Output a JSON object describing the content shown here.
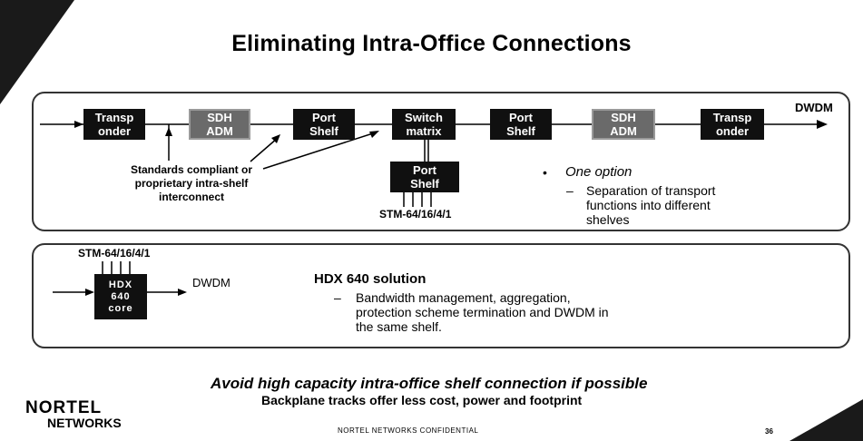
{
  "title": "Eliminating Intra-Office Connections",
  "top_chain": {
    "boxes": [
      {
        "line1": "Transp",
        "line2": "onder",
        "style": "dark"
      },
      {
        "line1": "SDH",
        "line2": "ADM",
        "style": "gray"
      },
      {
        "line1": "Port",
        "line2": "Shelf",
        "style": "dark"
      },
      {
        "line1": "Switch",
        "line2": "matrix",
        "style": "dark"
      },
      {
        "line1": "Port",
        "line2": "Shelf",
        "style": "dark"
      },
      {
        "line1": "SDH",
        "line2": "ADM",
        "style": "gray"
      },
      {
        "line1": "Transp",
        "line2": "onder",
        "style": "dark"
      }
    ],
    "dwdm_label": "DWDM",
    "annotation_line1": "Standards compliant or",
    "annotation_line2": "proprietary intra-shelf",
    "annotation_line3": "interconnect",
    "lower_port_line1": "Port",
    "lower_port_line2": "Shelf",
    "rate_label": "STM-64/16/4/1",
    "bullet_title": "One option",
    "sub_line1": "Separation of transport",
    "sub_line2": "functions into different",
    "sub_line3": "shelves"
  },
  "bottom_panel": {
    "rate_label": "STM-64/16/4/1",
    "hdx_line1": "HDX",
    "hdx_line2": "640",
    "hdx_line3": "core",
    "dwdm_label": "DWDM",
    "solution_title": "HDX 640 solution",
    "desc_line1": "Bandwidth management, aggregation,",
    "desc_line2": "protection scheme termination and DWDM in",
    "desc_line3": "the same shelf."
  },
  "footer": {
    "main": "Avoid high capacity intra-office shelf connection if possible",
    "sub": "Backplane tracks offer less cost, power and footprint",
    "logo_line1": "NORTEL",
    "logo_line2": "NETWORKS",
    "confidential": "NORTEL NETWORKS CONFIDENTIAL",
    "page_number": "36"
  },
  "colors": {
    "dark_box": "#101010",
    "gray_box": "#6a6a6a",
    "accent_wedge": "#1a1a1a"
  }
}
